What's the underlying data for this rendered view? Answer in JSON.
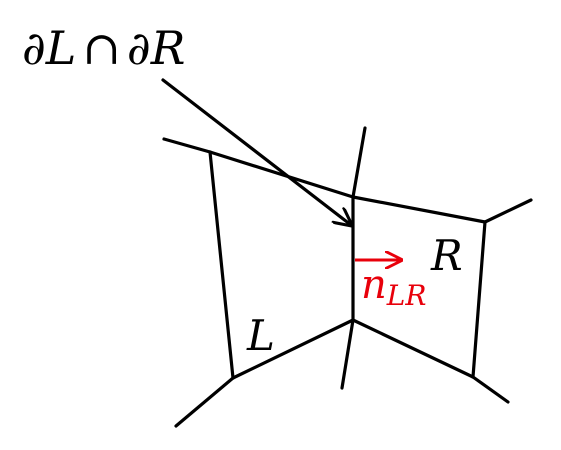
{
  "labels": {
    "boundary": {
      "partial1": "∂",
      "l": "L",
      "cap": "∩",
      "partial2": "∂",
      "r": "R"
    },
    "cell_left": "L",
    "cell_right": "R",
    "normal": {
      "base": "n",
      "sub": "LR"
    }
  },
  "colors": {
    "lines": "#000000",
    "normal": "#e8000b"
  }
}
